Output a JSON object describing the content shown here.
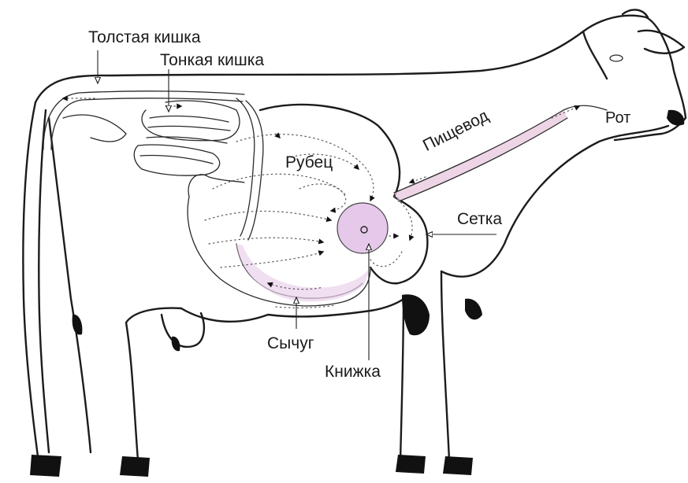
{
  "labels": {
    "large_intestine": "Толстая кишка",
    "small_intestine": "Тонкая кишка",
    "rumen": "Рубец",
    "esophagus": "Пищевод",
    "mouth": "Рот",
    "reticulum": "Сетка",
    "abomasum": "Сычуг",
    "omasum": "Книжка"
  },
  "colors": {
    "outline": "#1c1c1c",
    "omasum_fill": "#e6c9ea",
    "abomasum_tint": "#e9d2ea",
    "esophagus_tint": "#e7c7dd"
  }
}
